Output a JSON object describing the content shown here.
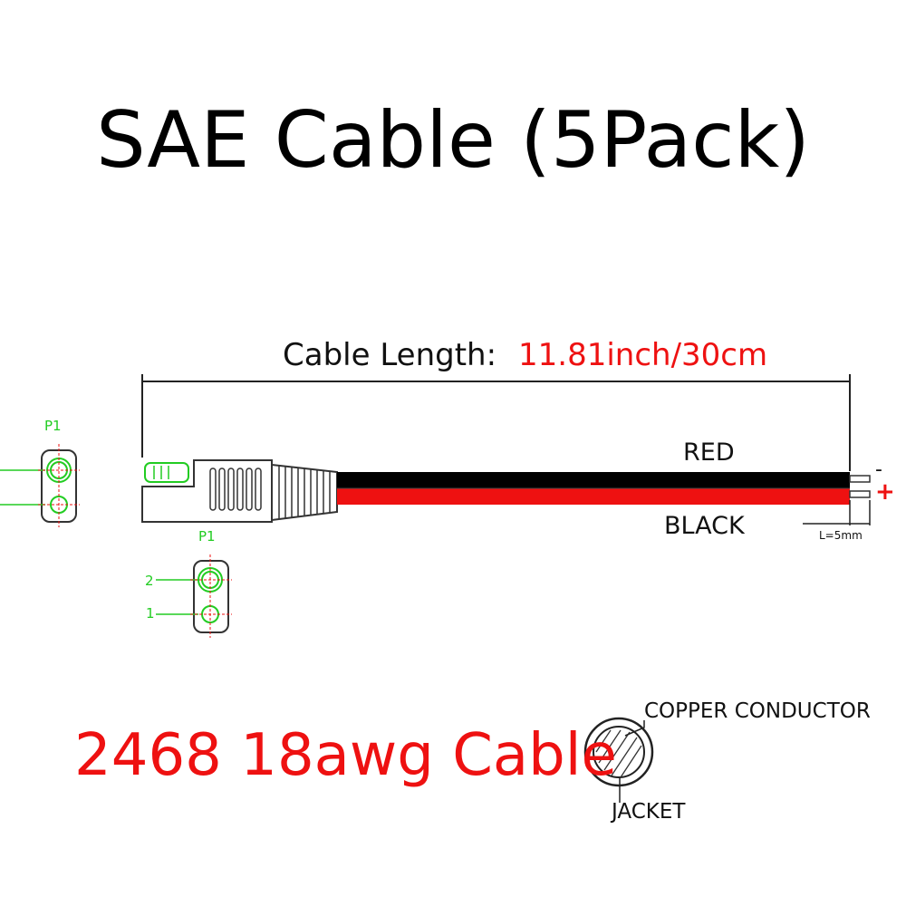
{
  "title": "SAE Cable (5Pack)",
  "cable_length": {
    "label": "Cable Length:",
    "value": "11.81inch/30cm"
  },
  "wires": {
    "top_label": "RED",
    "bottom_label": "BLACK"
  },
  "polarity": {
    "minus": "-",
    "plus": "+"
  },
  "strip_length": "L=5mm",
  "pinout": {
    "p1_label": "P1",
    "pin_2": "2",
    "pin_1": "1"
  },
  "cable_spec": "2468 18awg Cable",
  "cross_section": {
    "conductor_label": "COPPER CONDUCTOR",
    "jacket_label": "JACKET"
  },
  "colors": {
    "red_wire": "#ee1111",
    "black_wire": "#000000",
    "pin_outline": "#22cc22",
    "pin_center": "#ee1111",
    "spec_text": "#ee1111"
  }
}
